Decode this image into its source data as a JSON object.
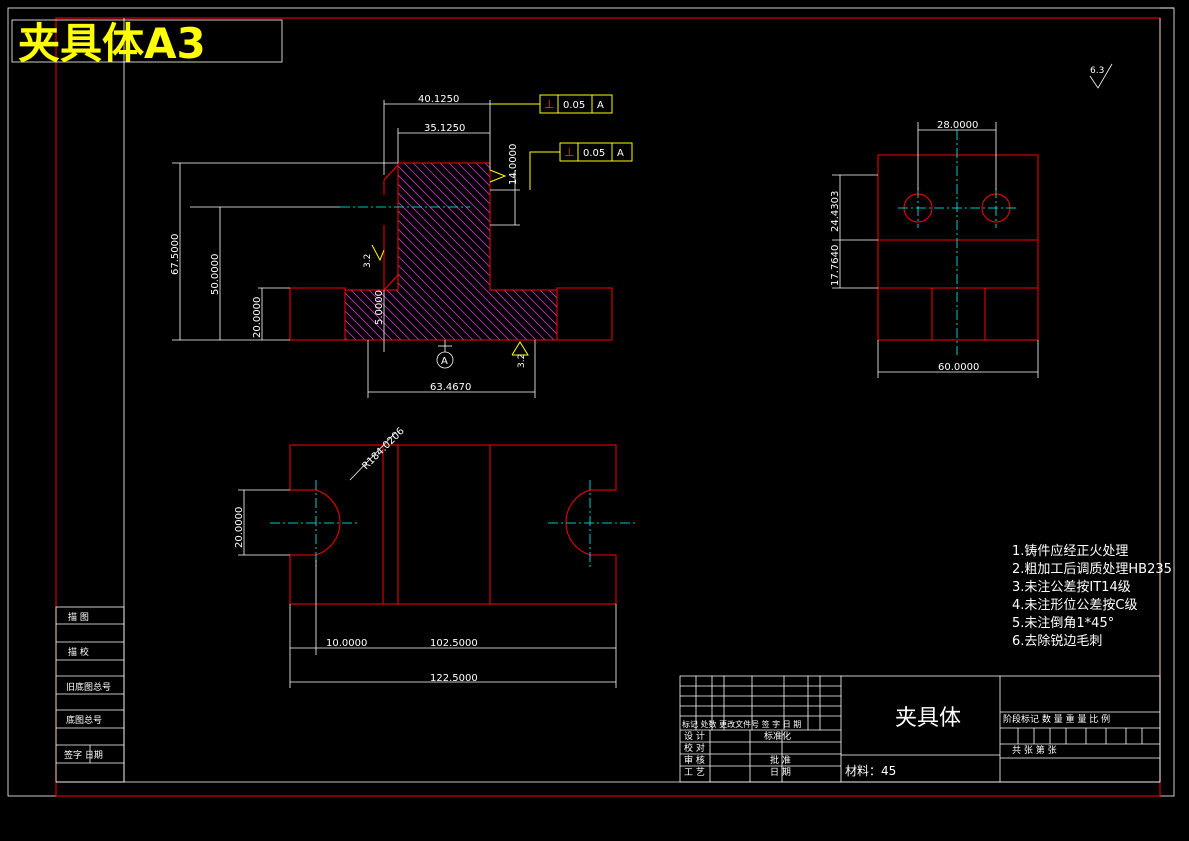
{
  "sheet": {
    "title_label": "夹具体A3",
    "roughness_general": "6.3"
  },
  "front_view": {
    "dims": {
      "top_width_1": "40.1250",
      "top_width_2": "35.1250",
      "hole_offset": "14.0000",
      "total_height": "67.5000",
      "hole_height": "50.0000",
      "base_height": "20.0000",
      "step_height": "5.0000",
      "base_width": "63.4670"
    },
    "tolerance_1": {
      "symbol": "⊥",
      "value": "0.05",
      "datum": "A"
    },
    "tolerance_2": {
      "symbol": "⊥",
      "value": "0.05",
      "datum": "A"
    },
    "datum_label": "A",
    "roughness_1": "3.2",
    "roughness_2": "3.2"
  },
  "side_view": {
    "dims": {
      "hole_spacing": "28.0000",
      "hole_from_top": "24.4303",
      "lower_height": "17.7640",
      "total_width": "60.0000"
    }
  },
  "top_view": {
    "dims": {
      "radius": "R184.0206",
      "slot_width": "20.0000",
      "slot_offset": "10.0000",
      "inner_length": "102.5000",
      "total_length": "122.5000"
    }
  },
  "notes": [
    "1.铸件应经正火处理",
    "2.粗加工后调质处理HB235",
    "3.未注公差按IT14级",
    "4.未注形位公差按C级",
    "5.未注倒角1*45°",
    "6.去除锐边毛刺"
  ],
  "left_strip": {
    "rows": [
      "描 图",
      "描 校",
      "旧底图总号",
      "底图总号",
      "签字 日期"
    ]
  },
  "title_block": {
    "part_name": "夹具体",
    "material": "材料：45",
    "change_header": "标记 处数 更改文件号 签 字 日 期",
    "design": "设 计",
    "standardization": "标准化",
    "proofread": "校 对",
    "review": "审 核",
    "approve": "批 准",
    "process": "工 艺",
    "date": "日 期",
    "stage_header": "阶段标记  数 量  重 量  比 例",
    "sheet_info": "共    张    第    张"
  }
}
